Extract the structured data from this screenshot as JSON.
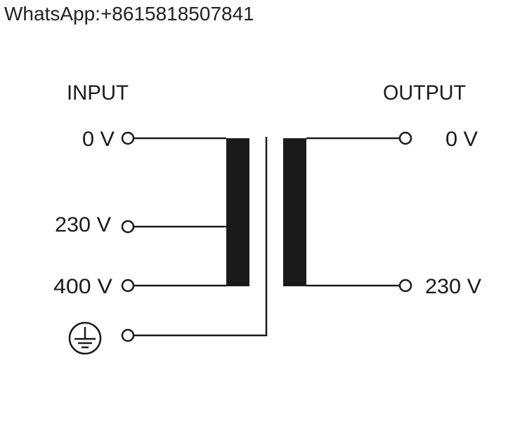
{
  "watermark": {
    "text": "WhatsApp:+8615818507841"
  },
  "diagram": {
    "input": {
      "heading": "INPUT",
      "terminals": [
        "0 V",
        "230 V",
        "400 V"
      ]
    },
    "output": {
      "heading": "OUTPUT",
      "terminals": [
        "0 V",
        "230 V"
      ]
    },
    "ground_icon": "protective-earth-icon",
    "colors": {
      "ink": "#1a1a1a",
      "core": "#1a1a1a"
    }
  }
}
